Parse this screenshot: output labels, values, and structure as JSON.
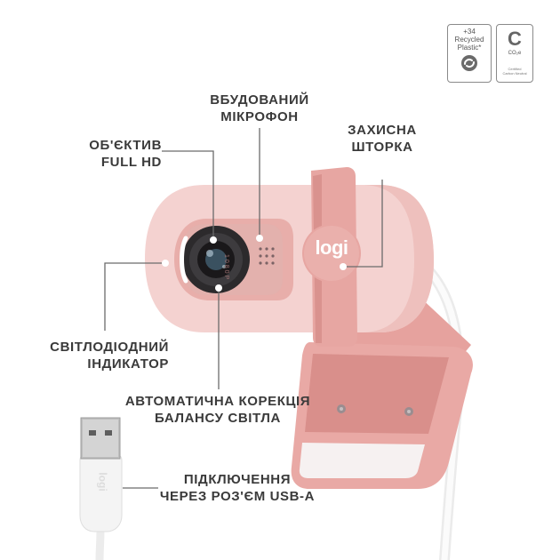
{
  "badges": {
    "recycled": {
      "line1": "+34",
      "line2": "Recycled",
      "line3": "Plastic*"
    },
    "carbon": {
      "letter": "C",
      "sub": "CO₂e",
      "line1": "Certified",
      "line2": "Carbon Neutral"
    }
  },
  "callouts": {
    "lens": {
      "line1": "ОБ'ЄКТИВ",
      "line2": "FULL HD"
    },
    "mic": {
      "line1": "ВБУДОВАНИЙ",
      "line2": "МІКРОФОН"
    },
    "shutter": {
      "line1": "ЗАХИСНА",
      "line2": "ШТОРКА"
    },
    "led": {
      "line1": "СВІТЛОДІОДНИЙ",
      "line2": "ІНДИКАТОР"
    },
    "wb": {
      "line1": "АВТОМАТИЧНА КОРЕКЦІЯ",
      "line2": "БАЛАНСУ СВІТЛА"
    },
    "usb": {
      "line1": "ПІДКЛЮЧЕННЯ",
      "line2": "ЧЕРЕЗ РОЗ'ЄМ USB-A"
    }
  },
  "device": {
    "brand": "logi",
    "resolution_mark": "1080P"
  },
  "colors": {
    "body_pink": "#f2cfcd",
    "dark_pink": "#e7aaa6",
    "deep_pink": "#d98e8a",
    "cable": "#f4f4f4",
    "callout_line": "#6b6b6b",
    "text": "#3a3a3a"
  }
}
